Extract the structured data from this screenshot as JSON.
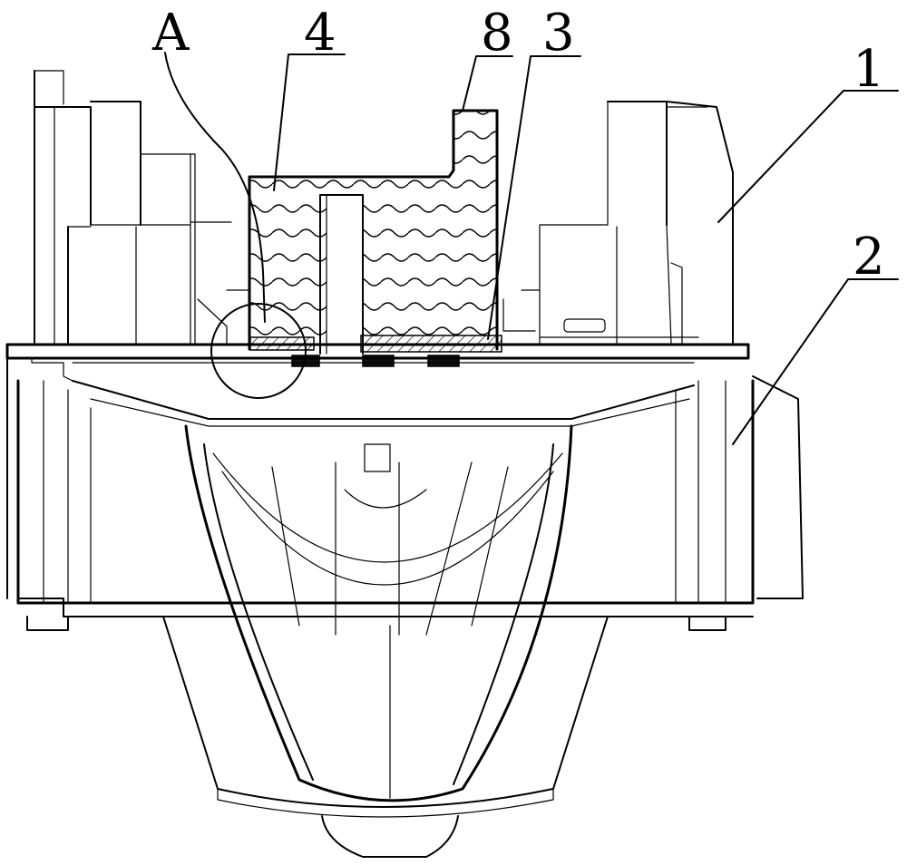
{
  "figure": {
    "labels": [
      {
        "id": "A",
        "text": "A"
      },
      {
        "id": "4",
        "text": "4"
      },
      {
        "id": "8",
        "text": "8"
      },
      {
        "id": "3",
        "text": "3"
      },
      {
        "id": "1",
        "text": "1"
      },
      {
        "id": "2",
        "text": "2"
      }
    ]
  }
}
